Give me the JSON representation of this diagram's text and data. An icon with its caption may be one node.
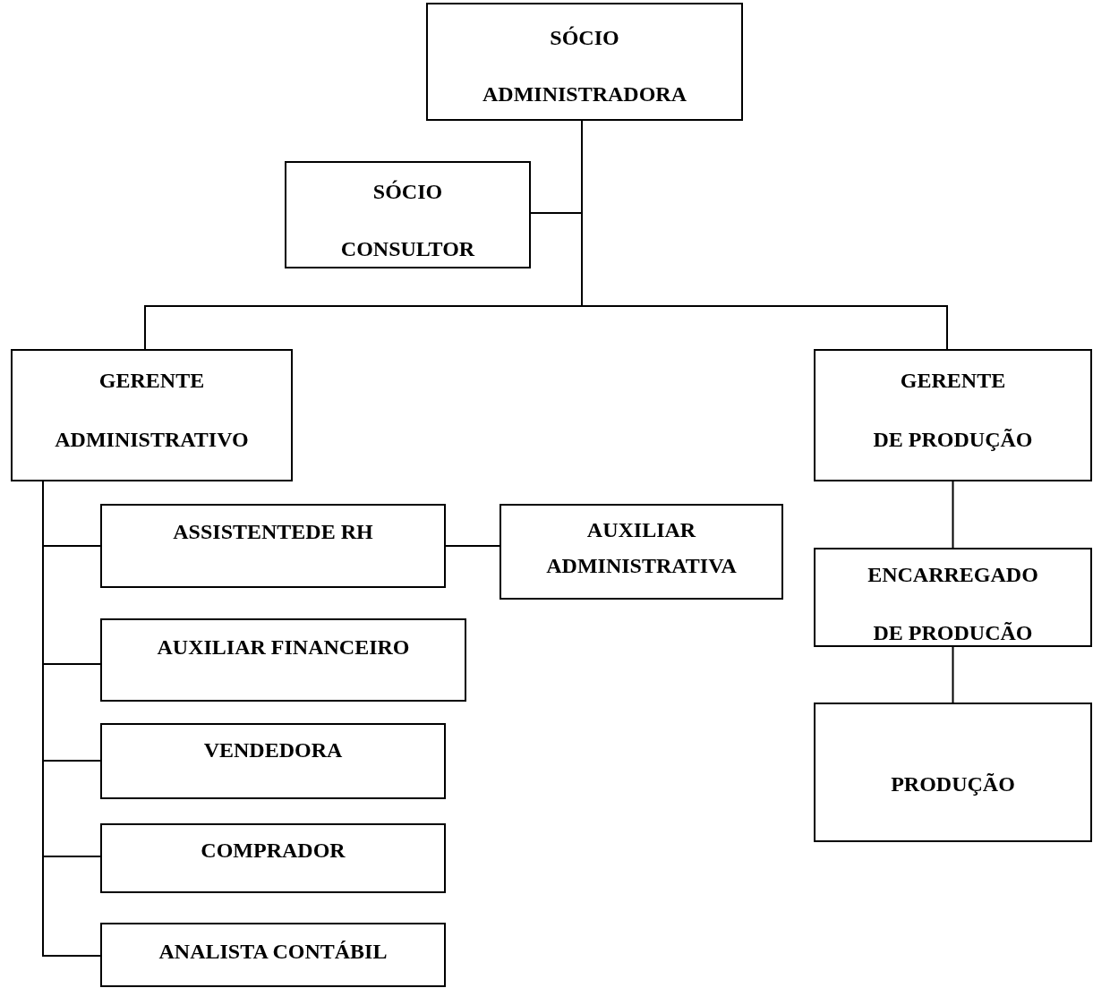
{
  "diagram": {
    "nodes": [
      {
        "text": [
          "SÓCIO",
          "ADMINISTRADORA"
        ]
      },
      {
        "text": [
          "SÓCIO",
          "CONSULTOR"
        ]
      },
      {
        "text": [
          "GERENTE",
          "ADMINISTRATIVO"
        ]
      },
      {
        "text": [
          "GERENTE",
          "DE PRODUÇÃO"
        ]
      },
      {
        "text": [
          "ASSISTENTEDE RH"
        ]
      },
      {
        "text": [
          "AUXILIAR ADMINISTRATIVA"
        ]
      },
      {
        "text": [
          "AUXILIAR FINANCEIRO"
        ]
      },
      {
        "text": [
          "VENDEDORA"
        ]
      },
      {
        "text": [
          "COMPRADOR"
        ]
      },
      {
        "text": [
          "ANALISTA CONTÁBIL"
        ]
      },
      {
        "text": [
          "ENCARREGADO",
          "DE PRODUCÃO"
        ]
      },
      {
        "text": [
          "PRODUÇÃO"
        ]
      }
    ],
    "edges": [
      {
        "from": 0,
        "to": 1,
        "arrow": "none"
      },
      {
        "from": 0,
        "to": 2,
        "arrow": "none"
      },
      {
        "from": 0,
        "to": 3,
        "arrow": "none"
      },
      {
        "from": 2,
        "to": 4,
        "arrow": "none"
      },
      {
        "from": 4,
        "to": 5,
        "arrow": "none"
      },
      {
        "from": 2,
        "to": 6,
        "arrow": "none"
      },
      {
        "from": 2,
        "to": 7,
        "arrow": "none"
      },
      {
        "from": 2,
        "to": 8,
        "arrow": "none"
      },
      {
        "from": 2,
        "to": 9,
        "arrow": "none"
      },
      {
        "from": 3,
        "to": 10,
        "arrow": "none"
      },
      {
        "from": 10,
        "to": 11,
        "arrow": "none"
      }
    ]
  }
}
